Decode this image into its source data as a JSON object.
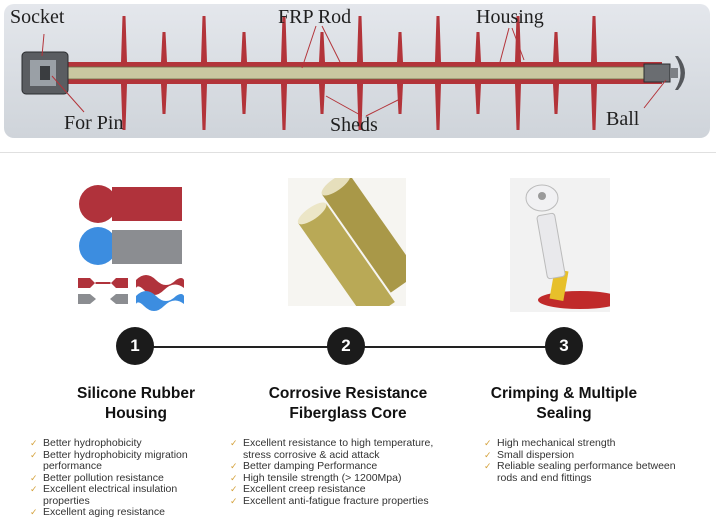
{
  "diagram": {
    "labels": {
      "socket": "Socket",
      "frp_rod": "FRP Rod",
      "housing": "Housing",
      "for_pin": "For Pin",
      "sheds": "Sheds",
      "ball": "Ball"
    }
  },
  "steps": [
    {
      "number": "1",
      "title_line1": "Silicone Rubber",
      "title_line2": "Housing",
      "features": [
        "Better hydrophobicity",
        "Better hydrophobicity migration performance",
        "Better pollution resistance",
        "Excellent electrical insulation properties",
        "Excellent aging resistance"
      ]
    },
    {
      "number": "2",
      "title_line1": "Corrosive Resistance",
      "title_line2": "Fiberglass Core",
      "features": [
        "Excellent resistance to high temperature, stress corrosive & acid attack",
        "Better damping Performance",
        "High tensile strength (> 1200Mpa)",
        "Excellent creep resistance",
        "Excellent anti-fatigue fracture properties"
      ]
    },
    {
      "number": "3",
      "title_line1": "Crimping & Multiple",
      "title_line2": "Sealing",
      "features": [
        "High mechanical strength",
        "Small dispersion",
        "Reliable sealing performance between rods and end fittings"
      ]
    }
  ],
  "colors": {
    "shed_red": "#b3343a",
    "rod_core": "#c9c7a0",
    "number_circle": "#1b1b1b",
    "check_mark": "#d4a13a"
  }
}
